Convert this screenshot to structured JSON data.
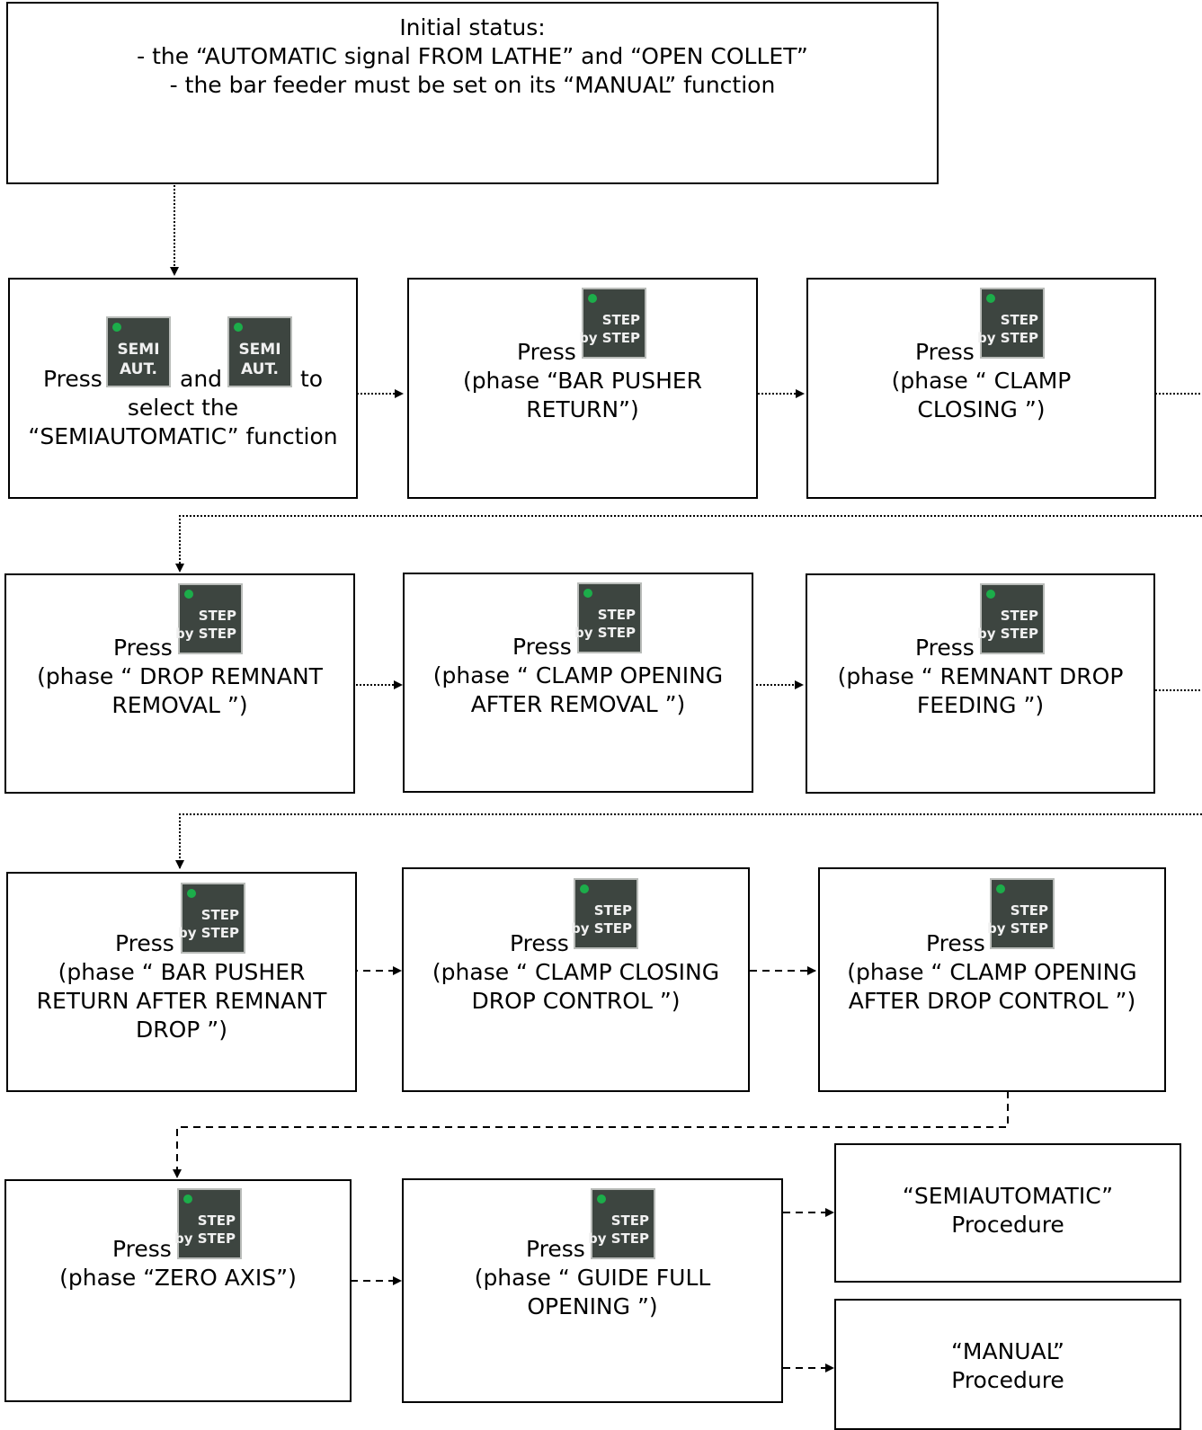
{
  "initial": {
    "title": "Initial status:",
    "line1": "-  the “AUTOMATIC signal FROM LATHE” and “OPEN COLLET”",
    "line2": "- the bar feeder must be set on its “MANUAL” function"
  },
  "buttons": {
    "semi_top": "SEMI",
    "semi_bottom": "AUT.",
    "step_top": "STEP",
    "step_bottom": "by STEP"
  },
  "press": "Press",
  "step1": {
    "and": "and",
    "to": "to",
    "line2": "select the",
    "line3": "“SEMIAUTOMATIC” function"
  },
  "steps": [
    {
      "l1": "(phase “BAR PUSHER",
      "l2": "RETURN”)"
    },
    {
      "l1": "(phase “ CLAMP",
      "l2": "CLOSING ”)"
    },
    {
      "l1": "(phase “ DROP REMNANT",
      "l2": "REMOVAL ”)"
    },
    {
      "l1": "(phase “ CLAMP OPENING",
      "l2": "AFTER REMOVAL ”)"
    },
    {
      "l1": "(phase “ REMNANT DROP",
      "l2": "FEEDING ”)"
    },
    {
      "l1": "(phase “ BAR PUSHER",
      "l2": "RETURN AFTER REMNANT",
      "l3": "DROP ”)"
    },
    {
      "l1": "(phase “ CLAMP CLOSING",
      "l2": "DROP CONTROL ”)"
    },
    {
      "l1": "(phase “ CLAMP OPENING",
      "l2": "AFTER DROP CONTROL ”)"
    },
    {
      "l1": "(phase “ZERO AXIS”)"
    },
    {
      "l1": "(phase “ GUIDE FULL",
      "l2": "OPENING ”)"
    }
  ],
  "outcomes": [
    {
      "l1": "“SEMIAUTOMATIC”",
      "l2": "Procedure"
    },
    {
      "l1": "“MANUAL”",
      "l2": "Procedure"
    }
  ],
  "colors": {
    "button_bg": "#3d4540",
    "led": "#1cad4a",
    "button_text": "#f0f0f0"
  }
}
